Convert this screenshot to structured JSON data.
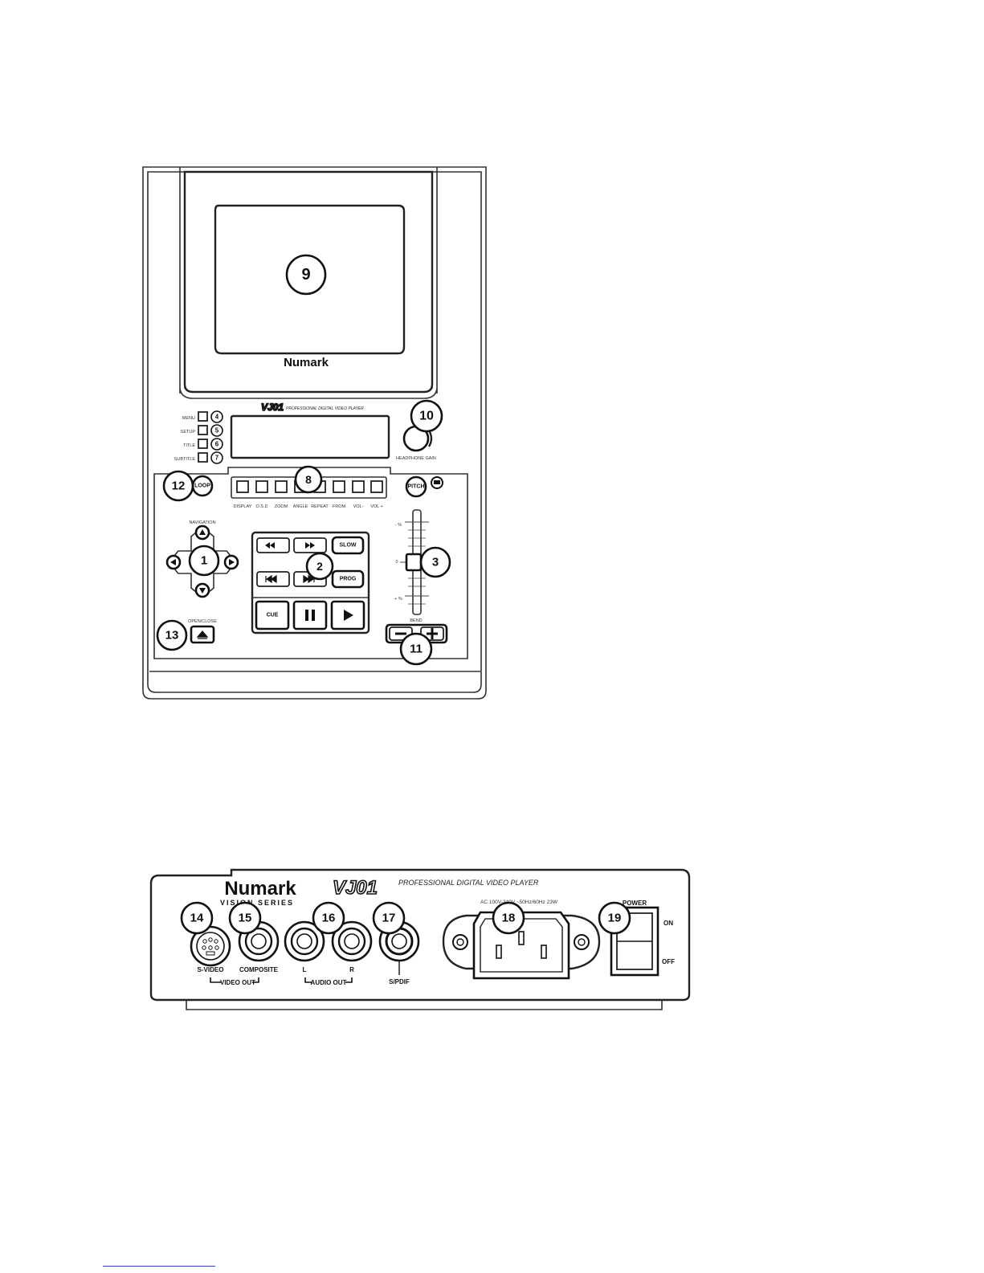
{
  "front": {
    "brand": "Numark",
    "model": "VJ01",
    "tagline": "PROFESSIONAL DIGITAL VIDEO PLAYER",
    "side_buttons": [
      "MENU",
      "SETUP",
      "TITLE",
      "SUBTITLE"
    ],
    "function_buttons": [
      "DISPLAY",
      "O.S.D",
      "ZOOM",
      "ANGLE",
      "REPEAT",
      "FROM",
      "VOL-",
      "VOL +"
    ],
    "loop_label": "LOOP",
    "pitch_label": "PITCH",
    "headphone_label": "HEADPHONE GAIN",
    "navigation_label": "NAVIGATION",
    "open_close_label": "OPEN/CLOSE",
    "bend_label": "BEND",
    "transport": {
      "slow": "SLOW",
      "prog": "PROG",
      "cue": "CUE"
    },
    "fader_top": "- %",
    "fader_mid": "0",
    "fader_bottom": "+ %"
  },
  "rear": {
    "brand": "Numark",
    "series": "VISION SERIES",
    "model": "VJ01",
    "tagline": "PROFESSIONAL DIGITAL VIDEO PLAYER",
    "power_spec": "AC 100V-240V ~50Hz/60Hz 23W",
    "power_label": "POWER",
    "on_label": "ON",
    "off_label": "OFF",
    "svideo_label": "S-VIDEO",
    "composite_label": "COMPOSITE",
    "video_out_label": "VIDEO OUT",
    "left_label": "L",
    "right_label": "R",
    "audio_out_label": "AUDIO OUT",
    "spdif_label": "S/PDIF"
  },
  "callouts": {
    "c1": "1",
    "c2": "2",
    "c3": "3",
    "c4": "4",
    "c5": "5",
    "c6": "6",
    "c7": "7",
    "c8": "8",
    "c9": "9",
    "c10": "10",
    "c11": "11",
    "c12": "12",
    "c13": "13",
    "c14": "14",
    "c15": "15",
    "c16": "16",
    "c17": "17",
    "c18": "18",
    "c19": "19"
  }
}
